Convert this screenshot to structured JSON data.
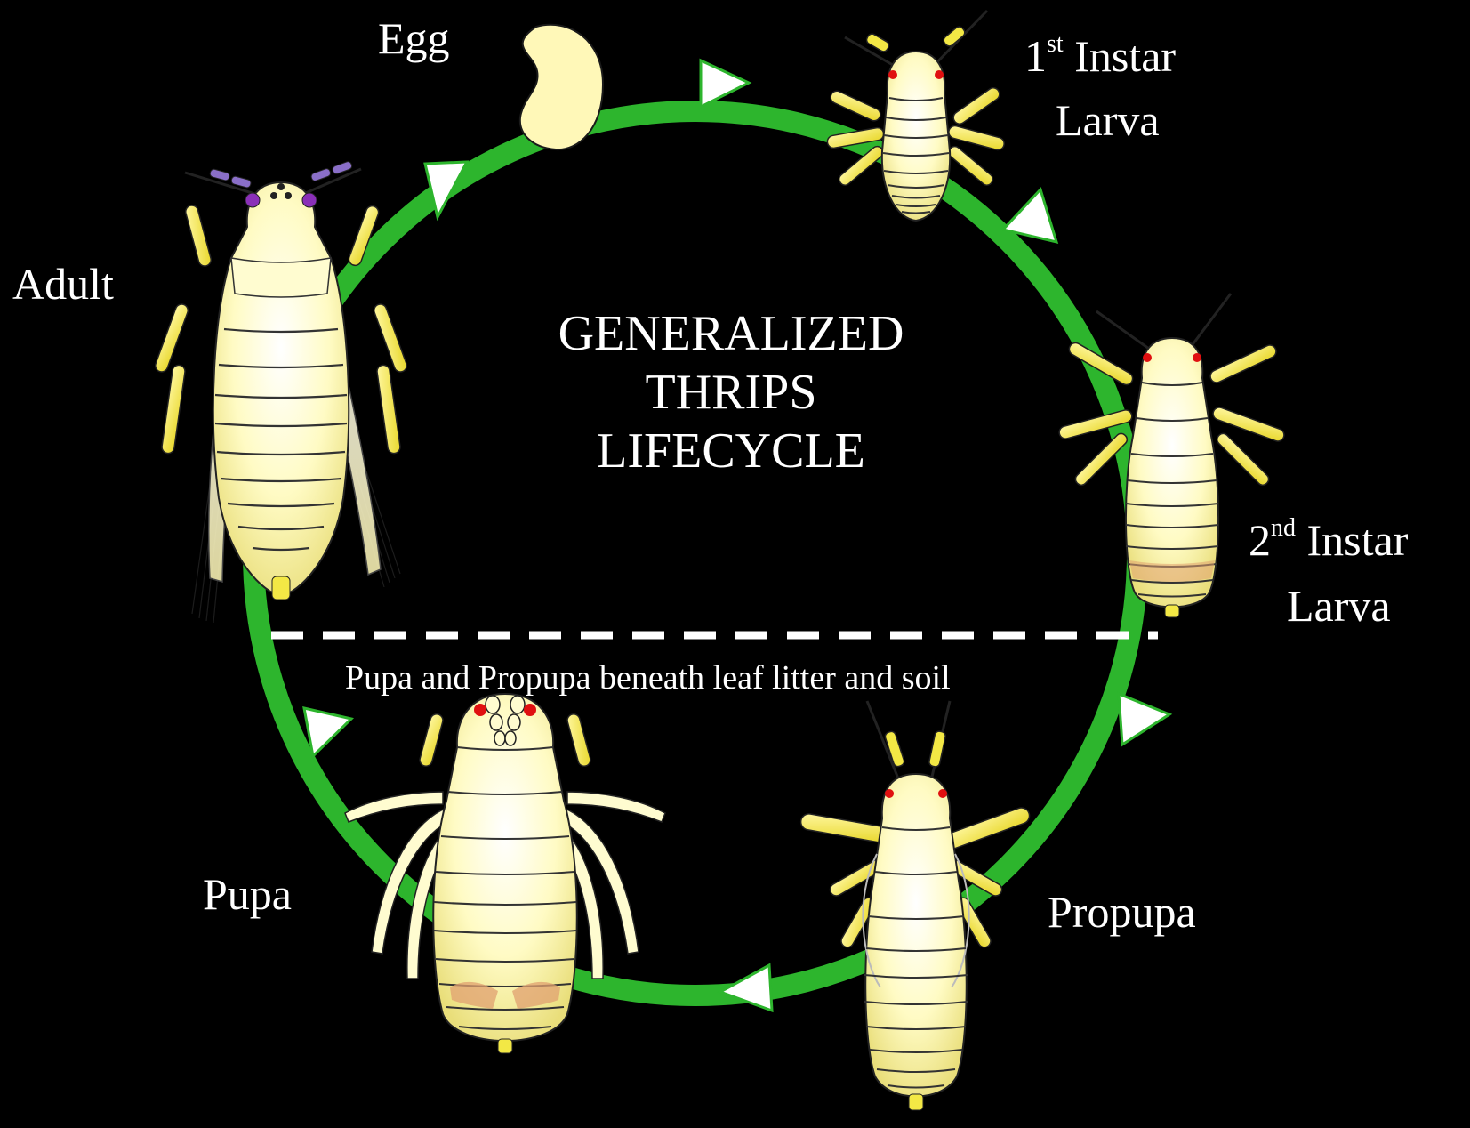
{
  "title_lines": [
    "GENERALIZED",
    "THRIPS",
    "LIFECYCLE"
  ],
  "note": "Pupa and Propupa beneath leaf litter and soil",
  "stages": {
    "egg": {
      "label": "Egg"
    },
    "first_instar": {
      "num": "1",
      "sup": "st",
      "rest": " Instar",
      "line2": "Larva"
    },
    "second_instar": {
      "num": "2",
      "sup": "nd",
      "rest": " Instar",
      "line2": "Larva"
    },
    "propupa": {
      "label": "Propupa"
    },
    "pupa": {
      "label": "Pupa"
    },
    "adult": {
      "label": "Adult"
    }
  },
  "colors": {
    "background": "#000000",
    "cycle_ring": "#2db52d",
    "arrow": "#ffffff",
    "divider": "#ffffff",
    "body": "#fffcc8",
    "leg": "#f3e845",
    "eye_red": "#e01010",
    "eye_purple": "#8a2fb8",
    "outline": "#1a1a1a"
  }
}
